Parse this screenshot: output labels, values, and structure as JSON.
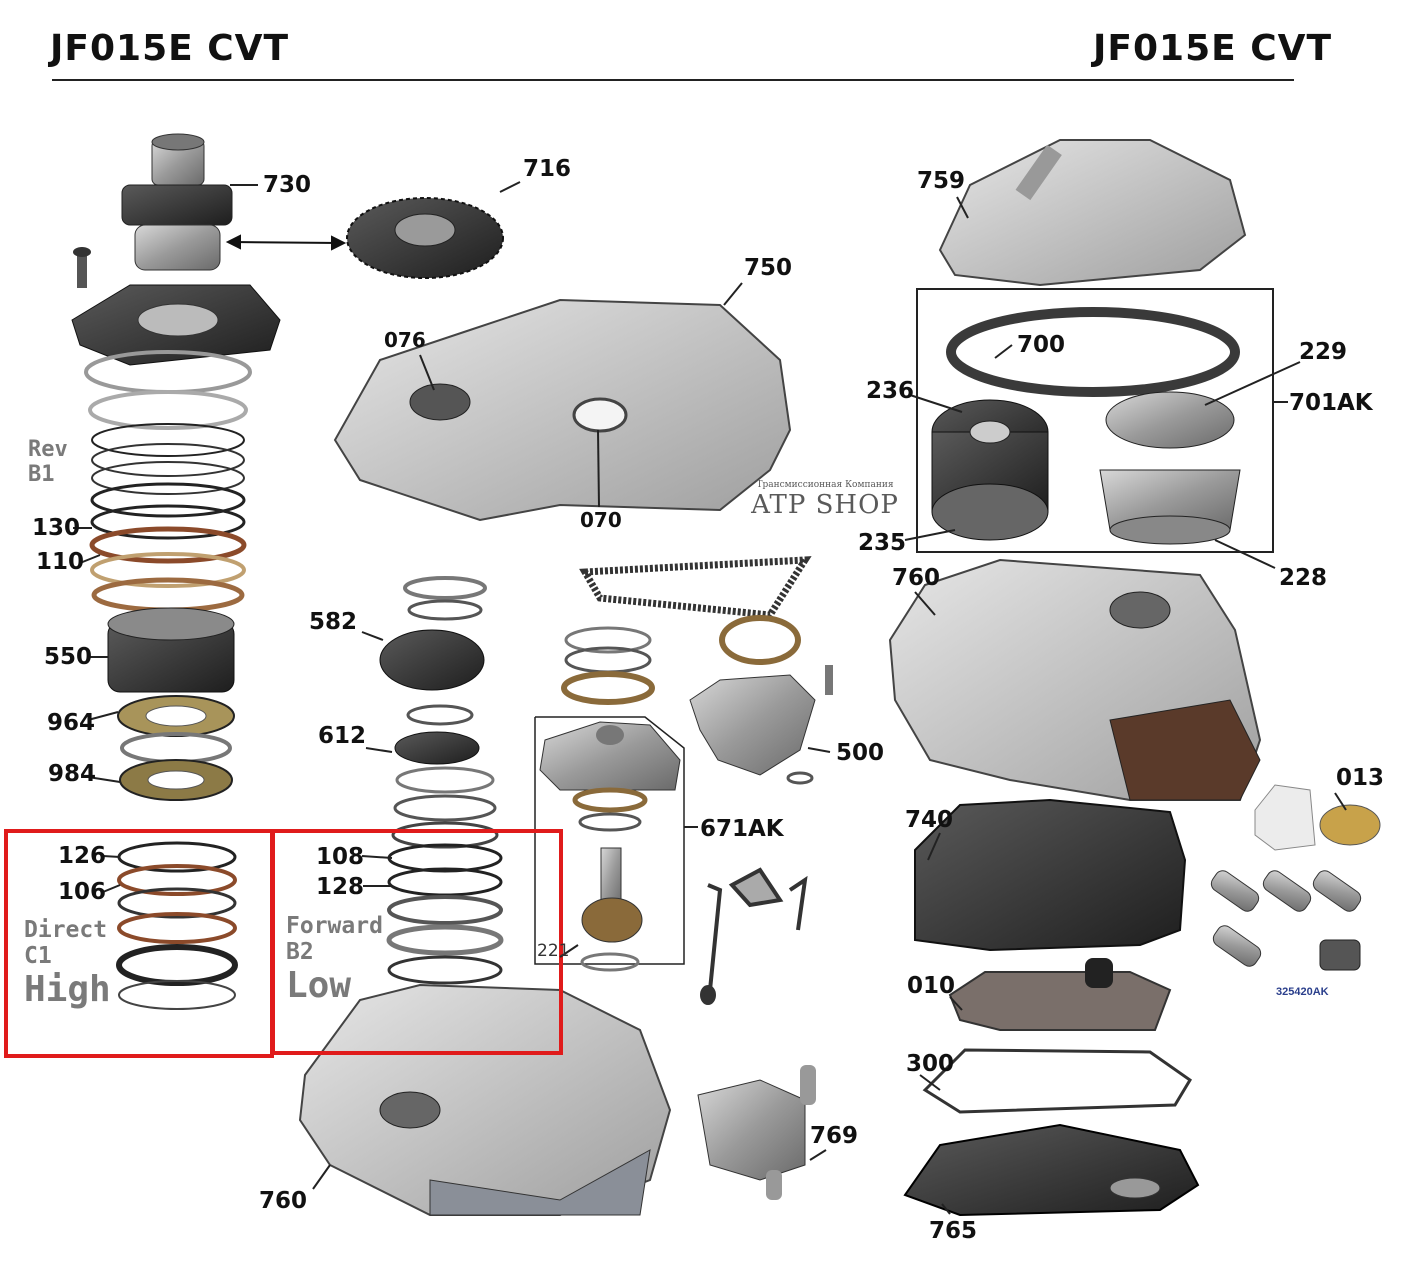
{
  "header": {
    "title_left": "JF015E CVT",
    "title_right": "JF015E CVT"
  },
  "labels": {
    "p730": "730",
    "p716": "716",
    "p750": "750",
    "p076": "076",
    "p070": "070",
    "p759": "759",
    "p700": "700",
    "p229": "229",
    "p236": "236",
    "p701ak": "701AK",
    "p235": "235",
    "p228": "228",
    "p760a": "760",
    "p582": "582",
    "p612": "612",
    "p500": "500",
    "p671ak": "671AK",
    "p221": "221",
    "p013": "013",
    "p740": "740",
    "p010": "010",
    "p300": "300",
    "p769": "769",
    "p765": "765",
    "p760b": "760",
    "p130": "130",
    "p110": "110",
    "p550": "550",
    "p964": "964",
    "p984": "984",
    "p126": "126",
    "p106": "106",
    "p108": "108",
    "p128": "128"
  },
  "groups": {
    "rev": {
      "line1": "Rev",
      "line2": "B1"
    },
    "direct": {
      "line1": "Direct",
      "line2": "C1",
      "line3": "High"
    },
    "forward": {
      "line1": "Forward",
      "line2": "B2",
      "line3": "Low"
    }
  },
  "watermark": {
    "line1": "Трансмиссионная Компания",
    "line2": "ATP SHOP"
  },
  "solenoid_part": "325420AK",
  "colors": {
    "highlight": "#e01b1b",
    "group_text": "#7a7a7a",
    "part_no": "#2b3f8c"
  }
}
